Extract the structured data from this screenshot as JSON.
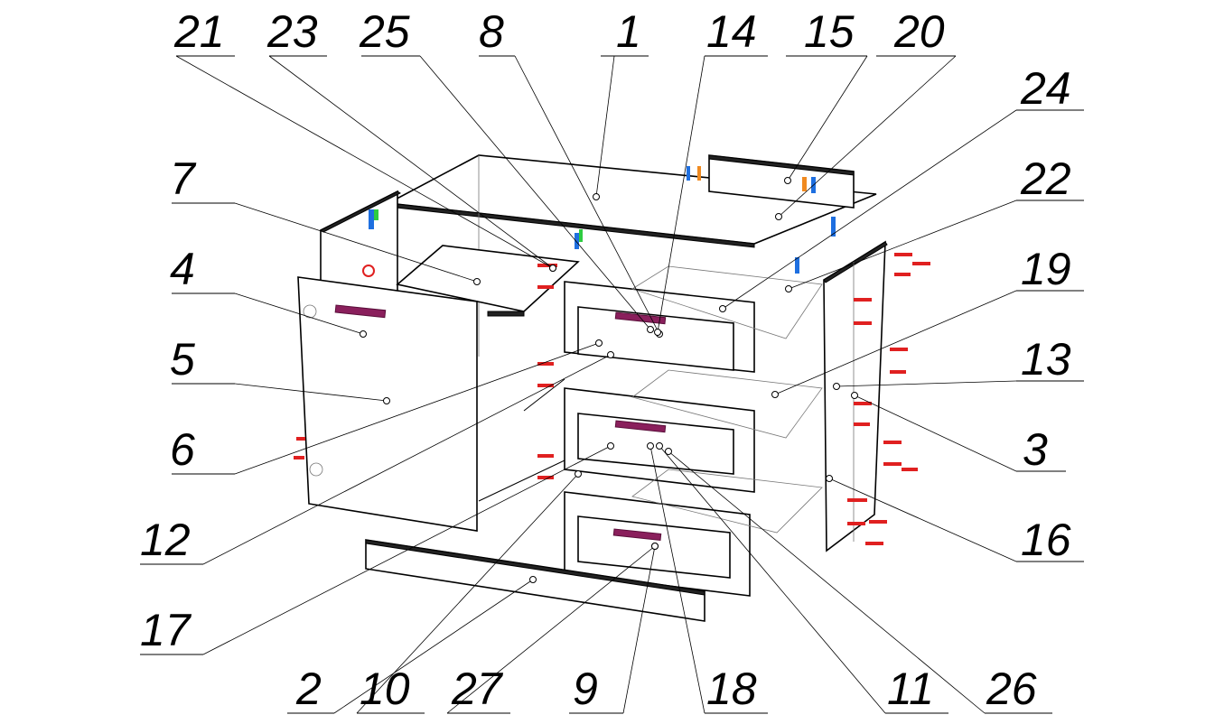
{
  "diagram": {
    "title": "Exploded assembly view of drawer cabinet",
    "labels": [
      "21",
      "23",
      "25",
      "8",
      "1",
      "14",
      "15",
      "20",
      "24",
      "22",
      "19",
      "13",
      "3",
      "16",
      "7",
      "4",
      "5",
      "6",
      "12",
      "17",
      "2",
      "10",
      "27",
      "9",
      "18",
      "11",
      "26"
    ]
  }
}
